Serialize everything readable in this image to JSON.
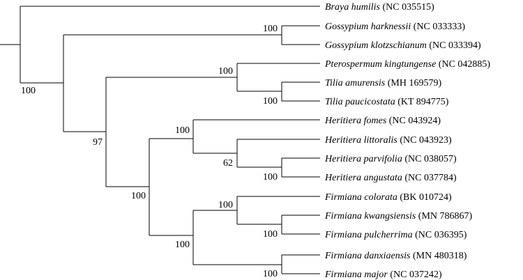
{
  "tree": {
    "taxa": [
      {
        "species": "Braya humilis",
        "accession": "(NC 035515)"
      },
      {
        "species": "Gossypium harknessii",
        "accession": "(NC 033333)"
      },
      {
        "species": "Gossypium klotzschianum",
        "accession": "(NC 033394)"
      },
      {
        "species": "Pterospermum kingtungense",
        "accession": "(NC 042885)"
      },
      {
        "species": "Tilia amurensis",
        "accession": "(MH 169579)"
      },
      {
        "species": "Tilia paucicostata",
        "accession": "(KT 894775)"
      },
      {
        "species": "Heritiera fomes",
        "accession": "(NC 043924)"
      },
      {
        "species": "Heritiera littoralis",
        "accession": "(NC 043923)"
      },
      {
        "species": "Heritiera parvifolia",
        "accession": "(NC 038057)"
      },
      {
        "species": "Heritiera angustata",
        "accession": "(NC 037784)"
      },
      {
        "species": "Firmiana colorata",
        "accession": "(BK 010724)"
      },
      {
        "species": "Firmiana kwangsiensis",
        "accession": "(MN 786867)"
      },
      {
        "species": "Firmiana pulcherrima",
        "accession": "(NC 036395)"
      },
      {
        "species": "Firmiana danxiaensis",
        "accession": "(MN 480318)"
      },
      {
        "species": "Firmiana major",
        "accession": "(NC 037242)"
      }
    ],
    "support_values": {
      "gossypium": "100",
      "ingroup": "100",
      "tilia": "100",
      "pterospermum_tilia": "100",
      "core": "97",
      "heritiera_firmiana": "100",
      "heritiera": "100",
      "heritiera_sub": "62",
      "heritiera_pair": "100",
      "firmiana": "100",
      "firmiana_trio": "100",
      "firmiana_pair": "100",
      "firmiana_danx_major": "100"
    }
  }
}
